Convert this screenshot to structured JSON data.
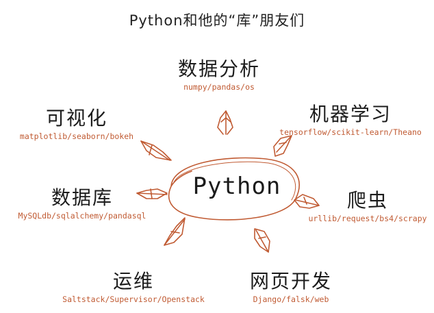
{
  "title": "Python和他的“库”朋友们",
  "center": "Python",
  "colors": {
    "accent": "#c05a32",
    "ink": "#1c1c1c"
  },
  "nodes": [
    {
      "name": "数据分析",
      "libs": "numpy/pandas/os"
    },
    {
      "name": "机器学习",
      "libs": "tensorflow/scikit-learn/Theano"
    },
    {
      "name": "爬虫",
      "libs": "urllib/request/bs4/scrapy"
    },
    {
      "name": "网页开发",
      "libs": "Django/falsk/web"
    },
    {
      "name": "运维",
      "libs": "Saltstack/Supervisor/Openstack"
    },
    {
      "name": "数据库",
      "libs": "MySQLdb/sqlalchemy/pandasql"
    },
    {
      "name": "可视化",
      "libs": "matplotlib/seaborn/bokeh"
    }
  ]
}
